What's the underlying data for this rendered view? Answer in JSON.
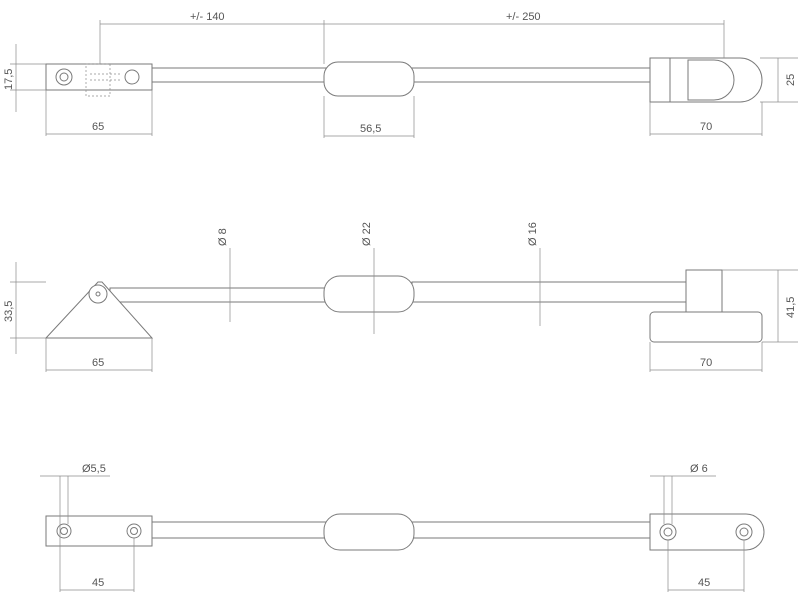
{
  "top_view": {
    "dim_left_span": "+/- 140",
    "dim_right_span": "+/- 250",
    "height_left": "17,5",
    "height_right": "25",
    "width_left": "65",
    "width_middle": "56,5",
    "width_right": "70"
  },
  "side_view": {
    "dia_rod_left": "Ø 8",
    "dia_sleeve": "Ø 22",
    "dia_rod_right": "Ø 16",
    "height_left": "33,5",
    "height_right": "41,5",
    "width_left": "65",
    "width_right": "70"
  },
  "bottom_view": {
    "hole_left": "Ø5,5",
    "hole_right": "Ø 6",
    "spacing_left": "45",
    "spacing_right": "45"
  }
}
